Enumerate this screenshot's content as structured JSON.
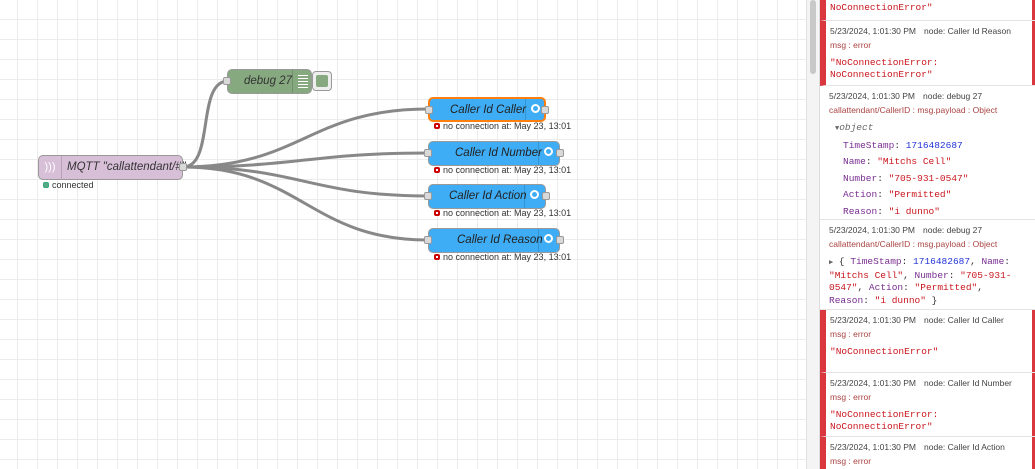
{
  "workspace": {
    "nodes": {
      "debug": {
        "label": "debug 27"
      },
      "mqtt": {
        "label": "MQTT \"callattendant/#\"",
        "status": "connected"
      },
      "caller": {
        "label": "Caller Id Caller",
        "status": "no connection at: May 23, 13:01"
      },
      "number": {
        "label": "Caller Id Number",
        "status": "no connection at: May 23, 13:01"
      },
      "action": {
        "label": "Caller Id Action",
        "status": "no connection at: May 23, 13:01"
      },
      "reason": {
        "label": "Caller Id Reason",
        "status": "no connection at: May 23, 13:01"
      }
    }
  },
  "sidebar": {
    "top_partial": "NoConnectionError\"",
    "messages": [
      {
        "time": "5/23/2024, 1:01:30 PM",
        "node": "node: Caller Id Reason",
        "topic": "msg : error",
        "value": "\"NoConnectionError:\nNoConnectionError\""
      },
      {
        "time": "5/23/2024, 1:01:30 PM",
        "node": "node: debug 27",
        "topic": "callattendant/CallerID : msg.payload : Object",
        "object": {
          "head": "object",
          "TimeStamp": "1716482687",
          "Name": "\"Mitchs Cell\"",
          "Number": "\"705-931-0547\"",
          "Action": "\"Permitted\"",
          "Reason": "\"i dunno\""
        }
      },
      {
        "time": "5/23/2024, 1:01:30 PM",
        "node": "node: debug 27",
        "topic": "callattendant/CallerID : msg.payload : Object",
        "compact": {
          "TimeStamp": "1716482687",
          "Name": "\"Mitchs Cell\"",
          "Number": "\"705-931-0547\"",
          "Action": "\"Permitted\"",
          "Reason": "\"i dunno\""
        }
      },
      {
        "time": "5/23/2024, 1:01:30 PM",
        "node": "node: Caller Id Caller",
        "topic": "msg : error",
        "value": "\"NoConnectionError\""
      },
      {
        "time": "5/23/2024, 1:01:30 PM",
        "node": "node: Caller Id Number",
        "topic": "msg : error",
        "value": "\"NoConnectionError:\nNoConnectionError\""
      },
      {
        "time": "5/23/2024, 1:01:30 PM",
        "node": "node: Caller Id Action",
        "topic": "msg : error"
      }
    ]
  }
}
